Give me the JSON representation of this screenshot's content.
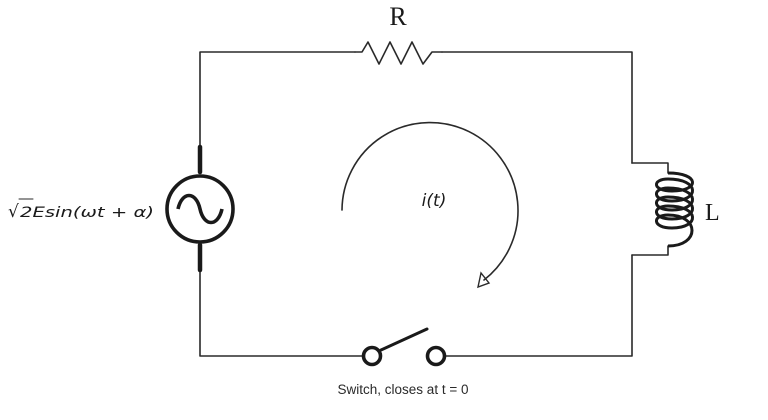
{
  "labels": {
    "resistor": "R",
    "inductor": "L",
    "source_radical": "√",
    "source_expr": "2Esin(ωt + α)",
    "current": "i(t)",
    "switch": "Switch, closes at t = 0"
  }
}
